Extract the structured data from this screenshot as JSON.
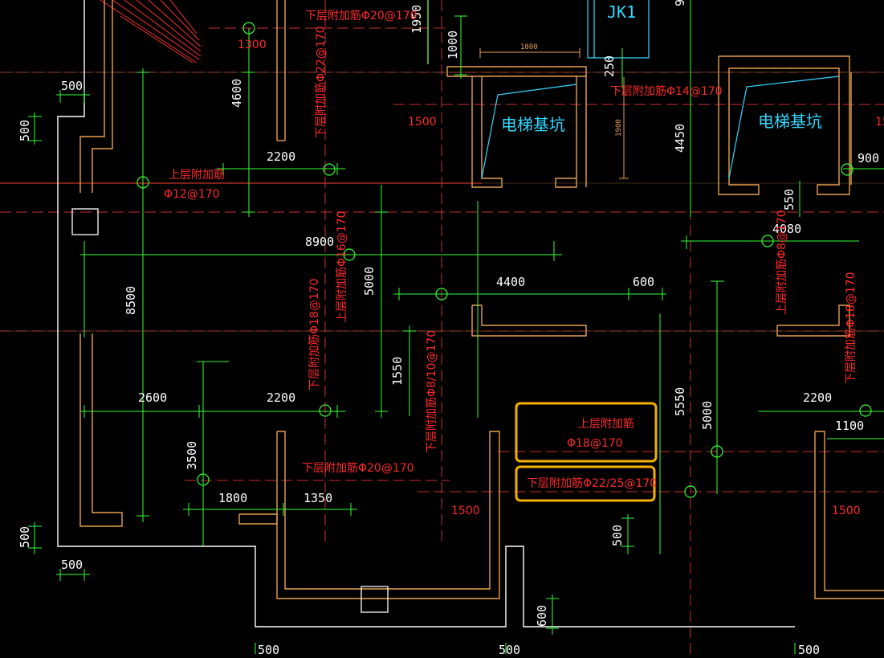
{
  "labels": {
    "jk1": "JK1",
    "pit_left": "电梯基坑",
    "pit_right": "电梯基坑",
    "rebar_top_1": "下层附加筋Φ20@170",
    "rebar_top_1_dim": "1300",
    "rebar_v_22": "下层附加筋Φ22@170",
    "rebar_14": "下层附加筋Φ14@170",
    "rebar_upper_12_a": "上层附加筋",
    "rebar_upper_12_b": "Φ12@170",
    "rebar_upper_16": "上层附加筋Φ16@170",
    "rebar_lower_18": "下层附加筋Φ18@170",
    "rebar_lower_8_10": "下层附加筋Φ8/10@170",
    "rebar_upper_8": "上层附加筋Φ8@170",
    "rebar_lower_18_r": "下层附加筋Φ18@170",
    "rebar_bottom_20": "下层附加筋Φ20@170",
    "hl_upper_a": "上层附加筋",
    "hl_upper_b": "Φ18@170",
    "hl_lower": "下层附加筋Φ22/25@170",
    "red_1500_a": "1500",
    "red_1500_b": "1500",
    "red_1500_c": "1500",
    "red_15": "15"
  },
  "dims": {
    "d500_top": "500",
    "d500_left_v": "500",
    "d4600": "4600",
    "d1950": "1950",
    "d1000": "1000",
    "d1800_small": "1800",
    "d250": "250",
    "d1900": "1900",
    "d2200_top": "2200",
    "d4450": "4450",
    "d900": "900",
    "d550": "550",
    "d8900": "8900",
    "d4080": "4080",
    "d8500": "8500",
    "d5000_mid": "5000",
    "d4400": "4400",
    "d600": "600",
    "d1550": "1550",
    "d2600": "2600",
    "d2200_mid": "2200",
    "d5550": "5550",
    "d5000_right": "5000",
    "d2200_right": "2200",
    "d1100": "1100",
    "d3500": "3500",
    "d1800": "1800",
    "d1350": "1350",
    "d500_left_b": "500",
    "d500_bl": "500",
    "d500_mid_v": "500",
    "d600_b": "600",
    "d500_b1": "500",
    "d500_b2": "500",
    "d500_b3": "500",
    "d9": "9"
  },
  "colors": {
    "background": "#000000",
    "wall_white": "#ffffff",
    "wall_orange": "#e8a050",
    "dim_green": "#33ff33",
    "axis_red": "#ff2a2a",
    "rebar_text": "#ff2a2a",
    "pit_cyan": "#33d8ff",
    "highlight": "#f5b000"
  }
}
